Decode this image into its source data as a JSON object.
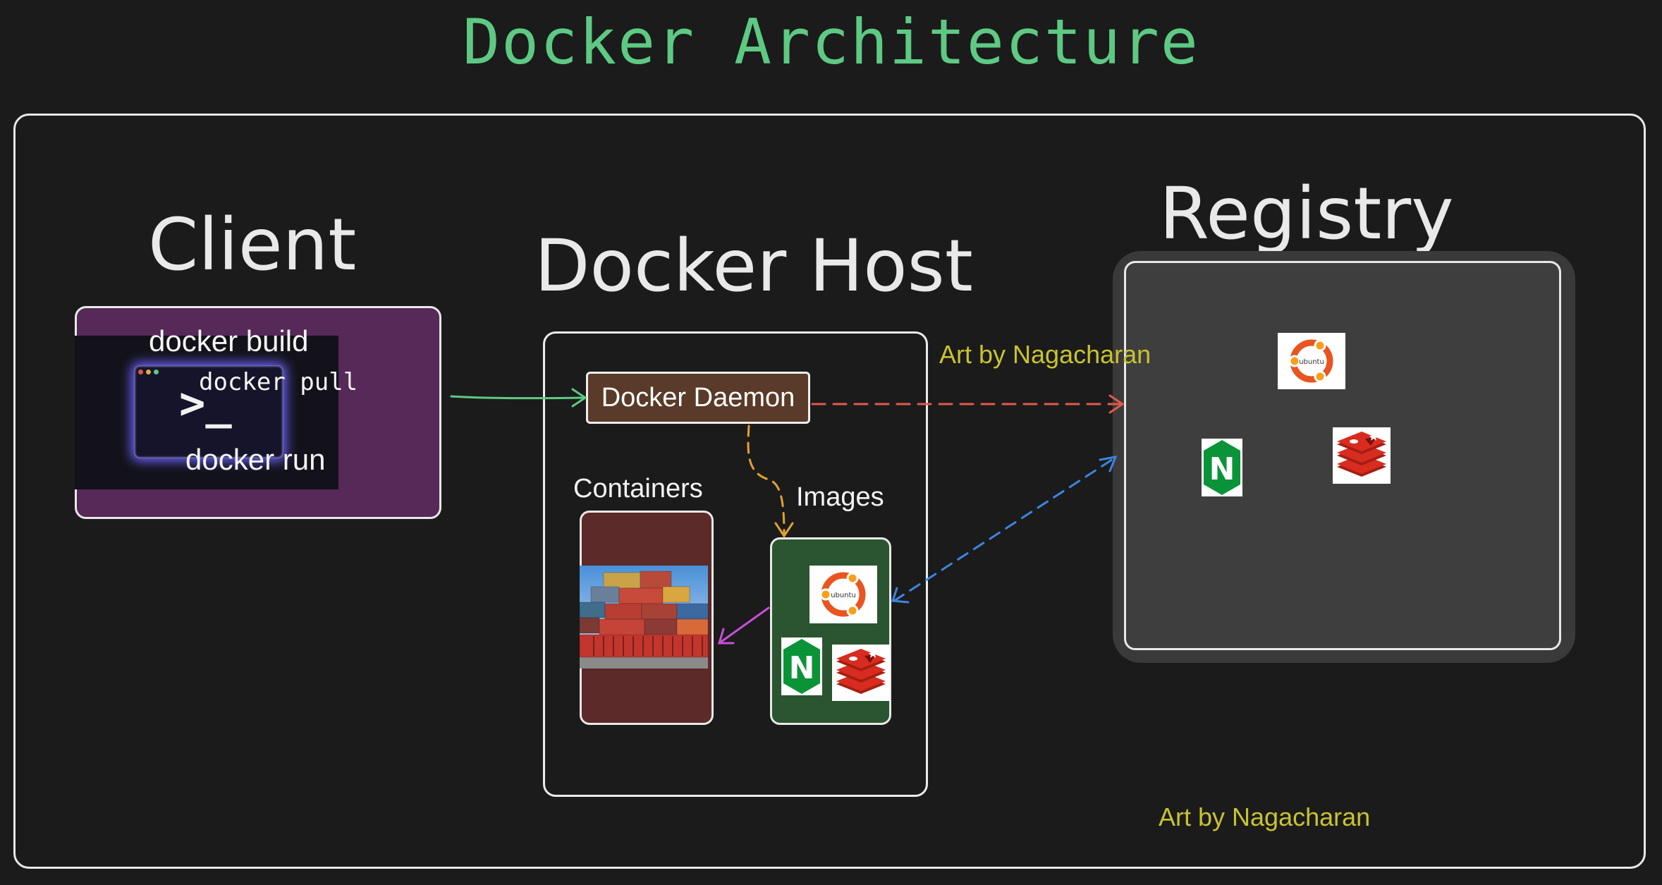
{
  "title": "Docker Architecture",
  "client": {
    "title": "Client",
    "commands": {
      "build": "docker build",
      "pull": "docker pull",
      "run": "docker run"
    },
    "prompt_symbol": ">_"
  },
  "host": {
    "title": "Docker Host",
    "daemon_label": "Docker Daemon",
    "containers_label": "Containers",
    "images_label": "Images"
  },
  "registry": {
    "title": "Registry"
  },
  "credits": {
    "top": "Art by Nagacharan",
    "bottom": "Art by Nagacharan"
  },
  "logos": {
    "ubuntu_text": "ubuntu",
    "nginx_letter": "N"
  },
  "colors": {
    "title": "#5ec983",
    "client_to_daemon_arrow": "#5ec983",
    "daemon_to_registry_arrow": "#e05a4e",
    "daemon_to_images_arrow": "#e3a030",
    "registry_images_arrow": "#3d84e0",
    "images_to_containers_arrow": "#c84fd8",
    "credit": "#c9c330"
  },
  "icons": [
    "terminal-icon",
    "ubuntu-logo-icon",
    "nginx-logo-icon",
    "redis-logo-icon",
    "shipping-containers-image"
  ]
}
